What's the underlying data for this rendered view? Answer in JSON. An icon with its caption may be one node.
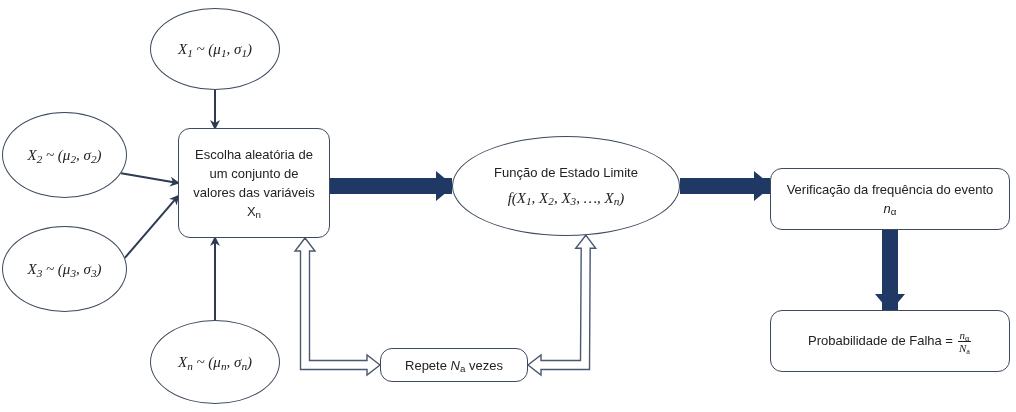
{
  "diagram": {
    "nodes": [
      {
        "text": [
          "X$_{1}$ ~ (μ$_{1}$, σ$_{1}$)"
        ]
      },
      {
        "text": [
          "X$_{2}$ ~ (μ$_{2}$, σ$_{2}$)"
        ]
      },
      {
        "text": [
          "X$_{3}$ ~ (μ$_{3}$, σ$_{3}$)"
        ]
      },
      {
        "text": [
          "X$_{n}$ ~ (μ$_{n}$, σ$_{n}$)"
        ]
      },
      {
        "text": [
          "Escolha aleatória de um conjunto de valores das variáveis X$_{n}$"
        ]
      },
      {
        "text": [
          "Função de Estado Limite",
          "f(X$_{1}$, X$_{2}$, X$_{3}$, …, X$_{n}$)"
        ]
      },
      {
        "text": [
          "Verificação da frequência do evento *n*$_{α}$"
        ]
      },
      {
        "text": [
          "Probabilidade de Falha =",
          "*n*$_{α}$",
          "*N*$_{a}$"
        ]
      },
      {
        "text": [
          "Repete *N*$_{a}$ vezes"
        ]
      }
    ],
    "edges": [
      {
        "from": 0,
        "to": 4,
        "arrow": "to"
      },
      {
        "from": 1,
        "to": 4,
        "arrow": "to"
      },
      {
        "from": 2,
        "to": 4,
        "arrow": "to"
      },
      {
        "from": 3,
        "to": 4,
        "arrow": "to"
      },
      {
        "from": 4,
        "to": 5,
        "arrow": "to",
        "style": "thick"
      },
      {
        "from": 5,
        "to": 6,
        "arrow": "to",
        "style": "thick"
      },
      {
        "from": 6,
        "to": 7,
        "arrow": "to",
        "style": "thick"
      },
      {
        "from": 8,
        "to": 4,
        "arrow": "both",
        "style": "thick",
        "color": "#ffffff"
      },
      {
        "from": 8,
        "to": 5,
        "arrow": "both",
        "style": "thick",
        "color": "#ffffff"
      }
    ]
  }
}
